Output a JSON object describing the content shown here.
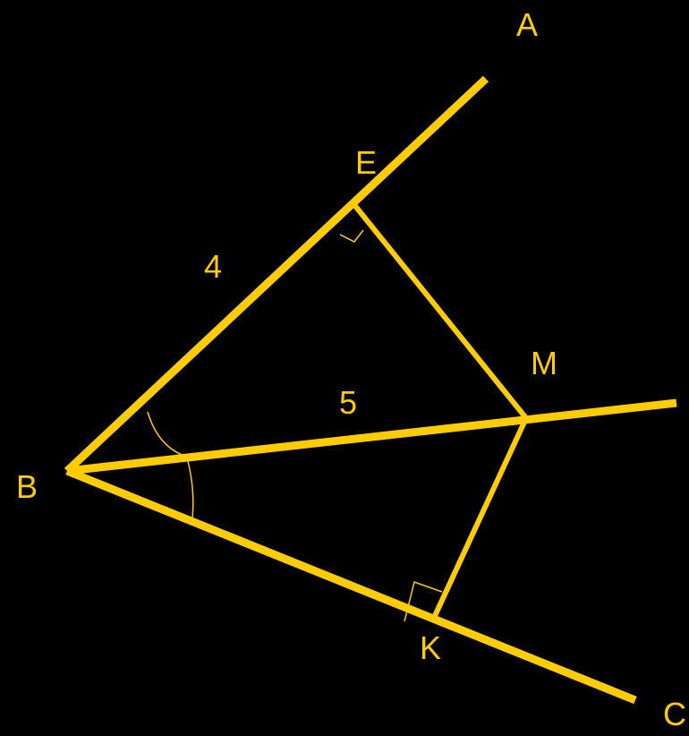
{
  "colors": {
    "background": "#000000",
    "stroke": "#FFCC00",
    "text": "#FFCC00"
  },
  "labels": {
    "a": "A",
    "b": "B",
    "c": "C",
    "e": "E",
    "m": "M",
    "k": "K",
    "be_length": "4",
    "bm_length": "5"
  }
}
